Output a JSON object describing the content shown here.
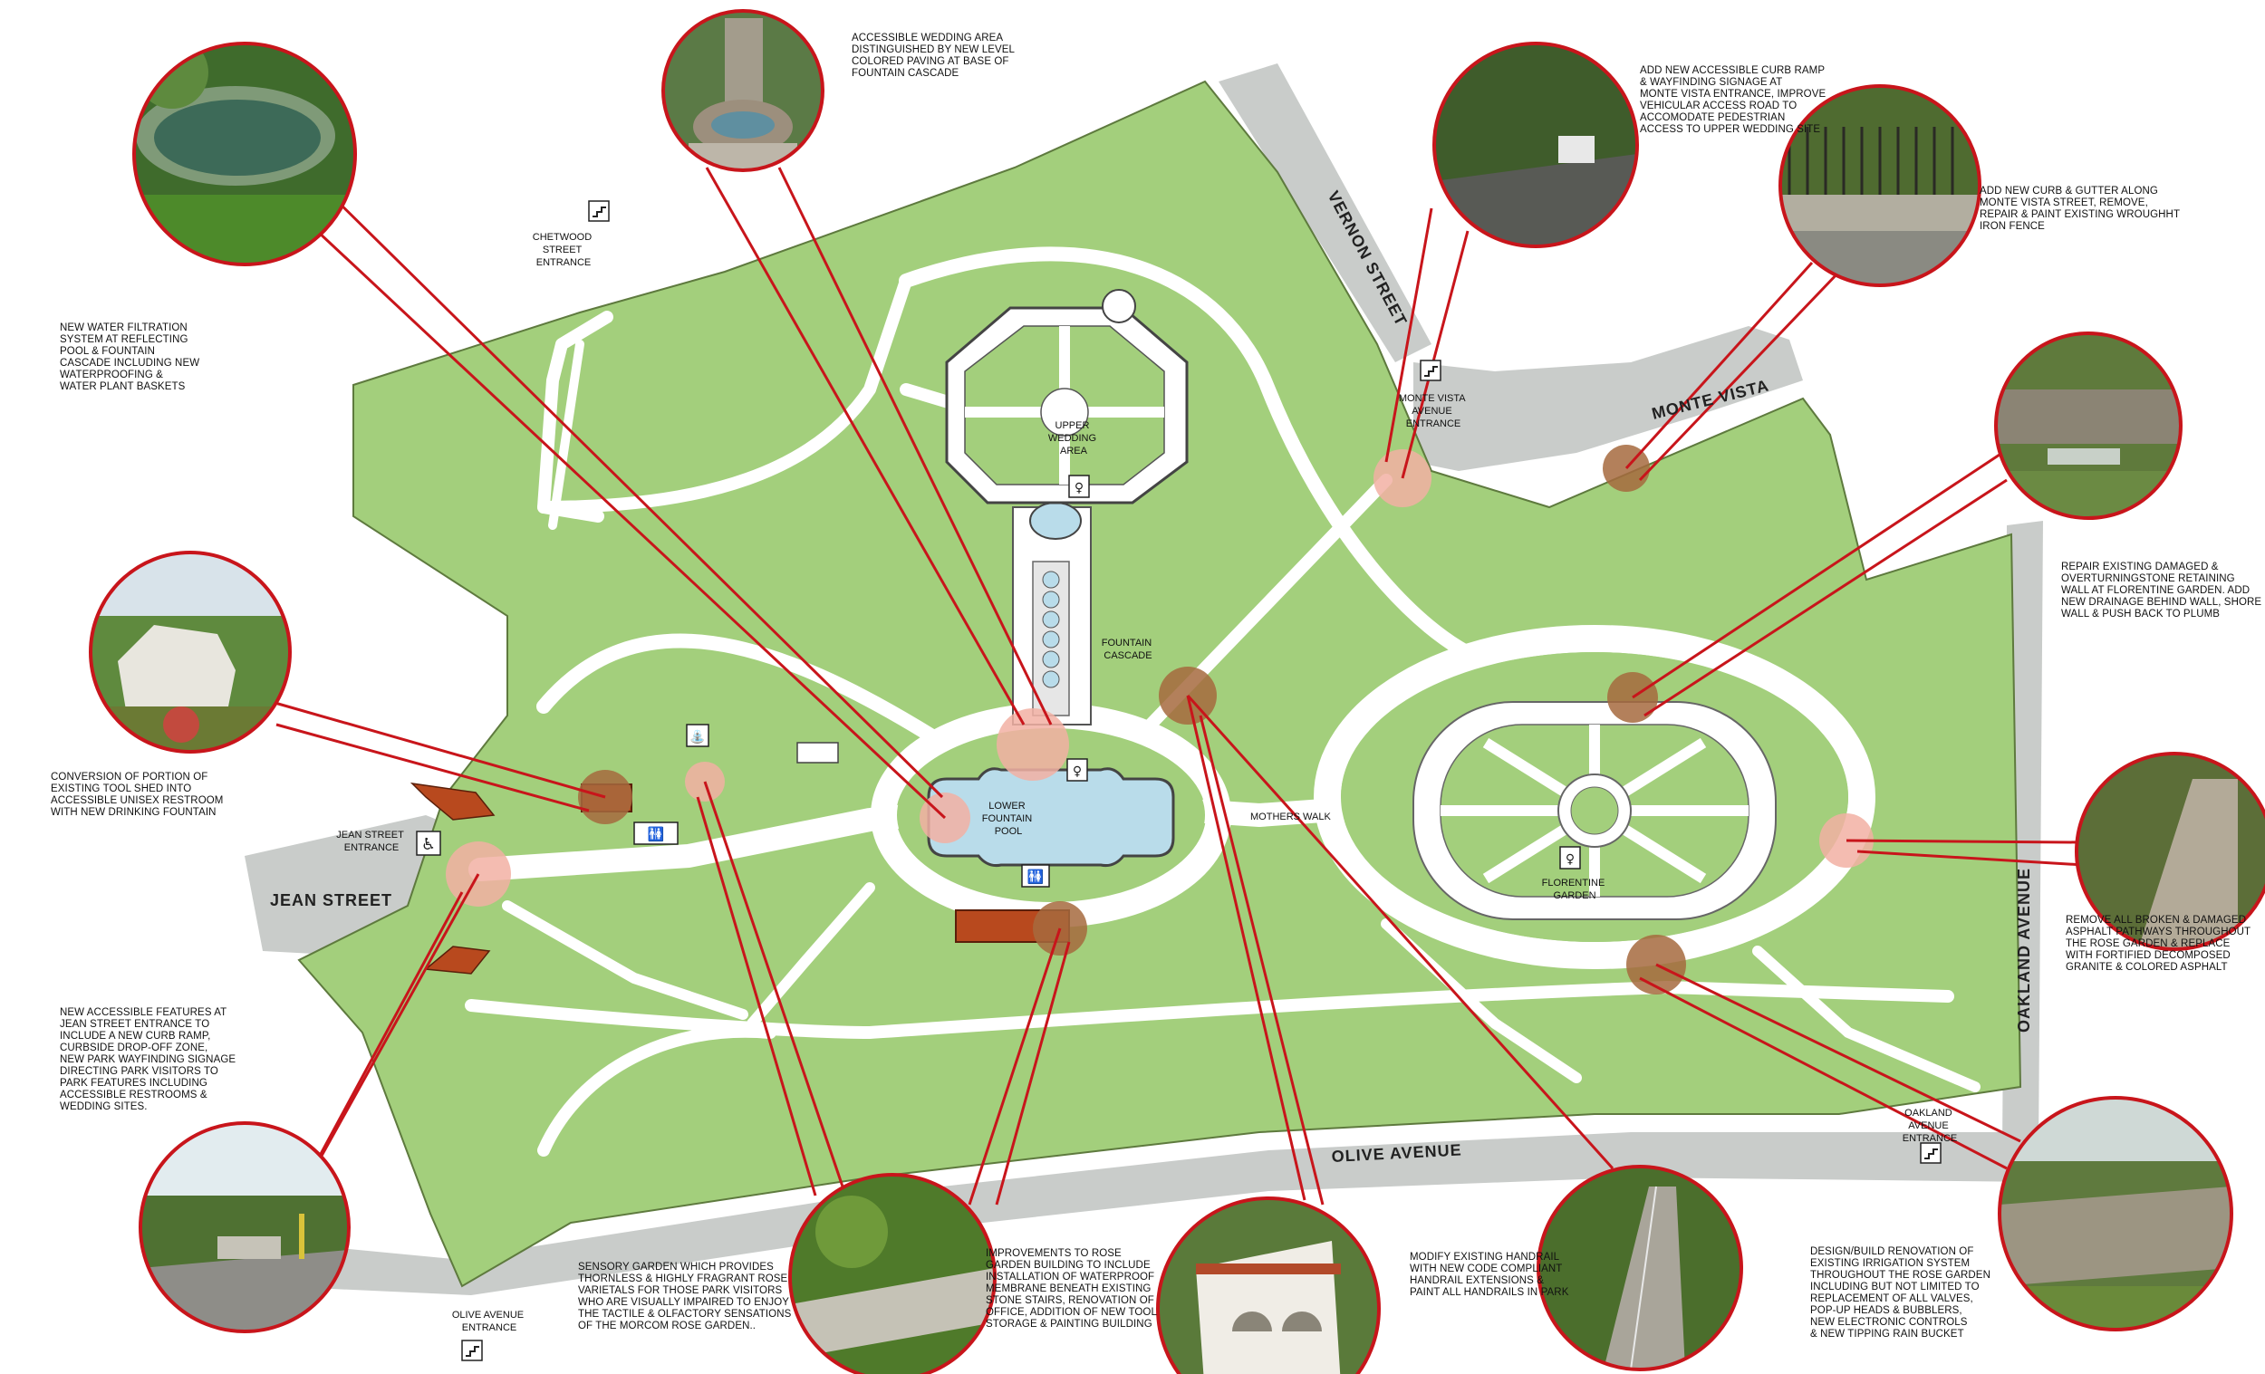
{
  "streets": {
    "vernon": "VERNON STREET",
    "monte_vista": "MONTE VISTA",
    "oakland": "OAKLAND AVENUE",
    "olive": "OLIVE AVENUE",
    "jean": "JEAN STREET"
  },
  "entrances": {
    "chetwood": [
      "CHETWOOD",
      "STREET",
      "ENTRANCE"
    ],
    "monte_vista": [
      "MONTE VISTA",
      "AVENUE",
      "ENTRANCE"
    ],
    "jean": [
      "JEAN STREET",
      "ENTRANCE"
    ],
    "oakland": [
      "OAKLAND",
      "AVENUE",
      "ENTRANCE"
    ],
    "olive": [
      "OLIVE AVENUE",
      "ENTRANCE"
    ]
  },
  "features": {
    "upper_wedding": [
      "UPPER",
      "WEDDING",
      "AREA"
    ],
    "fountain_cascade": [
      "FOUNTAIN",
      "CASCADE"
    ],
    "lower_pool": [
      "LOWER",
      "FOUNTAIN",
      "POOL"
    ],
    "mothers_walk": "MOTHERS WALK",
    "florentine": [
      "FLORENTINE",
      "GARDEN"
    ]
  },
  "notes": {
    "wedding": "ACCESSIBLE WEDDING AREA\nDISTINGUISHED BY NEW LEVEL\nCOLORED PAVING AT BASE OF\nFOUNTAIN CASCADE",
    "curb_ramp": "ADD NEW ACCESSIBLE CURB RAMP\n& WAYFINDING SIGNAGE AT\nMONTE VISTA ENTRANCE, IMPROVE\nVEHICULAR ACCESS ROAD TO\nACCOMODATE PEDESTRIAN\nACCESS TO UPPER WEDDING SITE",
    "gutter": "ADD NEW CURB & GUTTER ALONG\nMONTE VISTA STREET, REMOVE,\nREPAIR & PAINT EXISTING WROUGHHT\nIRON FENCE",
    "filtration": "NEW WATER FILTRATION\nSYSTEM AT REFLECTING\nPOOL & FOUNTAIN\nCASCADE INCLUDING NEW\nWATERPROOFING &\nWATER PLANT BASKETS",
    "retaining": "REPAIR EXISTING DAMAGED &\nOVERTURNINGSTONE RETAINING\nWALL AT FLORENTINE GARDEN.  ADD\nNEW DRAINAGE BEHIND WALL, SHORE\nWALL & PUSH BACK TO PLUMB",
    "restroom": "CONVERSION OF PORTION OF\nEXISTING TOOL SHED INTO\nACCESSIBLE UNISEX RESTROOM\nWITH NEW DRINKING FOUNTAIN",
    "asphalt": "REMOVE ALL BROKEN & DAMAGED\nASPHALT PATHWAYS THROUGHOUT\nTHE ROSE GARDEN & REPLACE\nWITH  FORTIFIED DECOMPOSED\nGRANITE & COLORED ASPHALT",
    "jean_features": "NEW ACCESSIBLE FEATURES AT\nJEAN STREET ENTRANCE TO\nINCLUDE A NEW CURB RAMP,\nCURBSIDE DROP-OFF ZONE,\nNEW PARK WAYFINDING SIGNAGE\nDIRECTING PARK VISITORS TO\nPARK FEATURES INCLUDING\nACCESSIBLE RESTROOMS &\nWEDDING SITES.",
    "sensory": "SENSORY  GARDEN WHICH PROVIDES\nTHORNLESS & HIGHLY FRAGRANT ROSE\nVARIETALS FOR THOSE PARK VISITORS\nWHO ARE VISUALLY IMPAIRED TO ENJOY\nTHE TACTILE & OLFACTORY SENSATIONS\nOF THE MORCOM ROSE GARDEN..",
    "rose_building": "IMPROVEMENTS TO ROSE\nGARDEN BUILDING TO INCLUDE\nINSTALLATION OF WATERPROOF\nMEMBRANE BENEATH EXISTING\nSTONE STAIRS, RENOVATION OF\nOFFICE, ADDITION OF NEW TOOL\nSTORAGE & PAINTING BUILDING",
    "handrail": "MODIFY EXISTING HANDRAIL\nWITH NEW CODE COMPLIANT\nHANDRAIL EXTENSIONS &\nPAINT ALL HANDRAILS IN PARK",
    "irrigation": "DESIGN/BUILD RENOVATION OF\nEXISTING IRRIGATION SYSTEM\nTHROUGHOUT THE ROSE GARDEN\nINCLUDING BUT NOT LIMITED TO\nREPLACEMENT OF ALL VALVES,\nPOP-UP HEADS & BUBBLERS,\nNEW ELECTRONIC CONTROLS\n& NEW TIPPING RAIN BUCKET"
  },
  "icons": {
    "wheelchair": "wheelchair-icon",
    "restroom": "restroom-icon",
    "wedding": "wedding-icon",
    "stairs": "stairs-icon",
    "drinking_fountain": "drinking-fountain-icon"
  },
  "colors": {
    "lawn": "#a3cf7c",
    "lawn_edge": "#5e7a3e",
    "path": "#ffffff",
    "street": "#c9ccca",
    "callout_red": "#c8151b",
    "highlight_pink": "#f2b0a3",
    "highlight_brown": "#a66a3e",
    "water": "#b9dcea",
    "building": "#b8491e"
  }
}
